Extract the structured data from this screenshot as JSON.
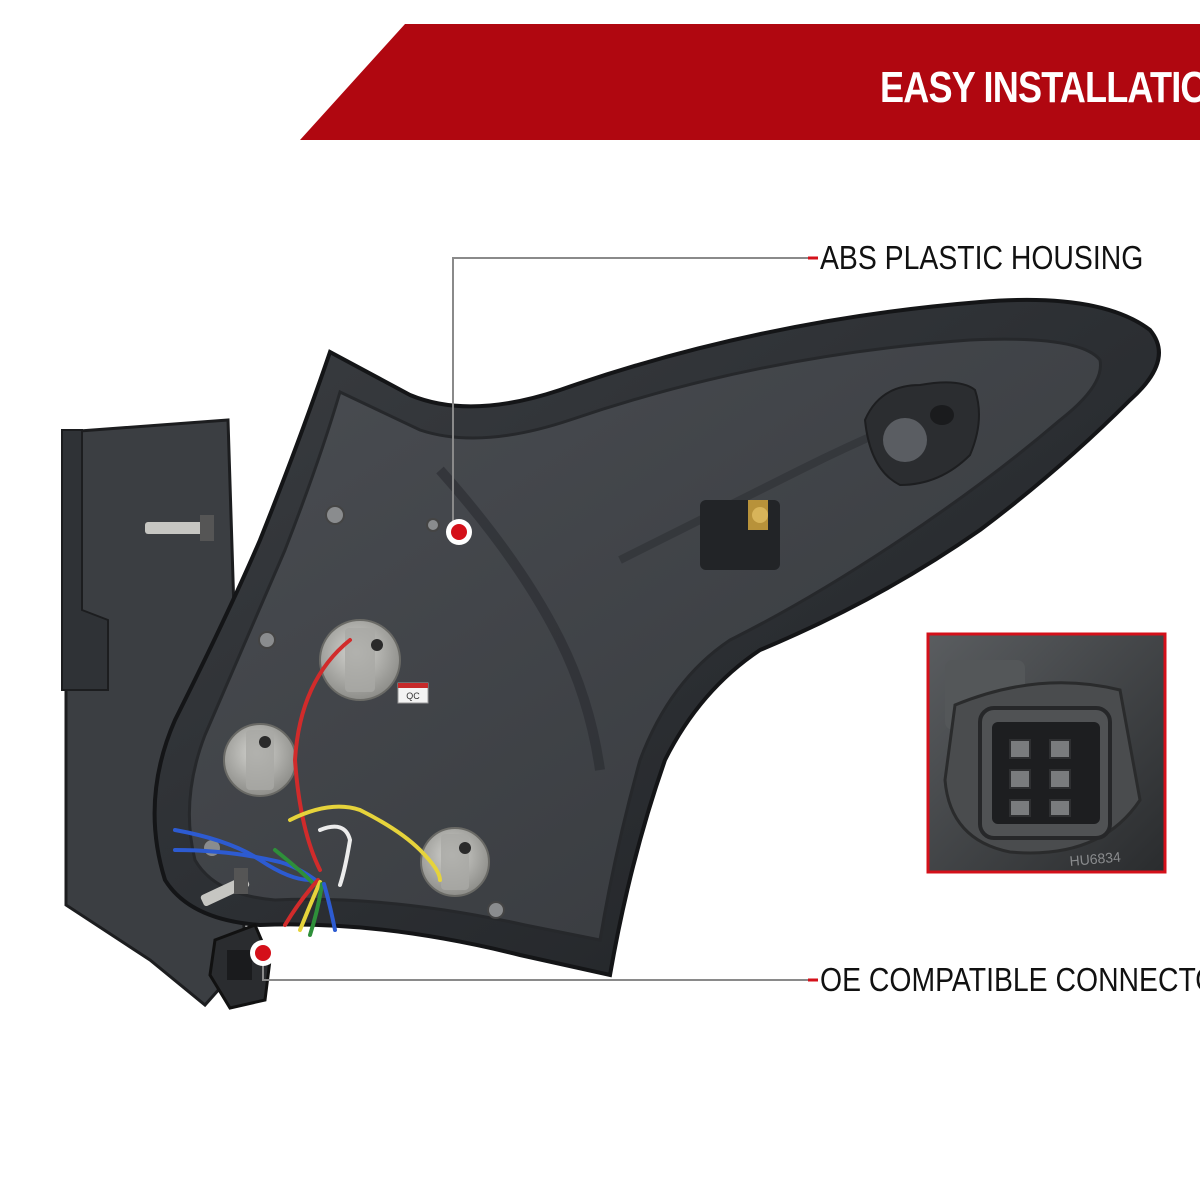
{
  "banner": {
    "text": "EASY INSTALLATION",
    "color": "#b00710"
  },
  "callouts": [
    {
      "id": "housing",
      "label": "ABS PLASTIC HOUSING",
      "line_color": "#888888",
      "dot_color": "#d4101a"
    },
    {
      "id": "connector",
      "label": "OE COMPATIBLE CONNECTOR",
      "line_color": "#888888",
      "dot_color": "#d4101a"
    }
  ],
  "inset": {
    "border_color": "#d4101a",
    "stamp_text": "HU6834"
  },
  "qc_sticker": {
    "text": "QC"
  }
}
